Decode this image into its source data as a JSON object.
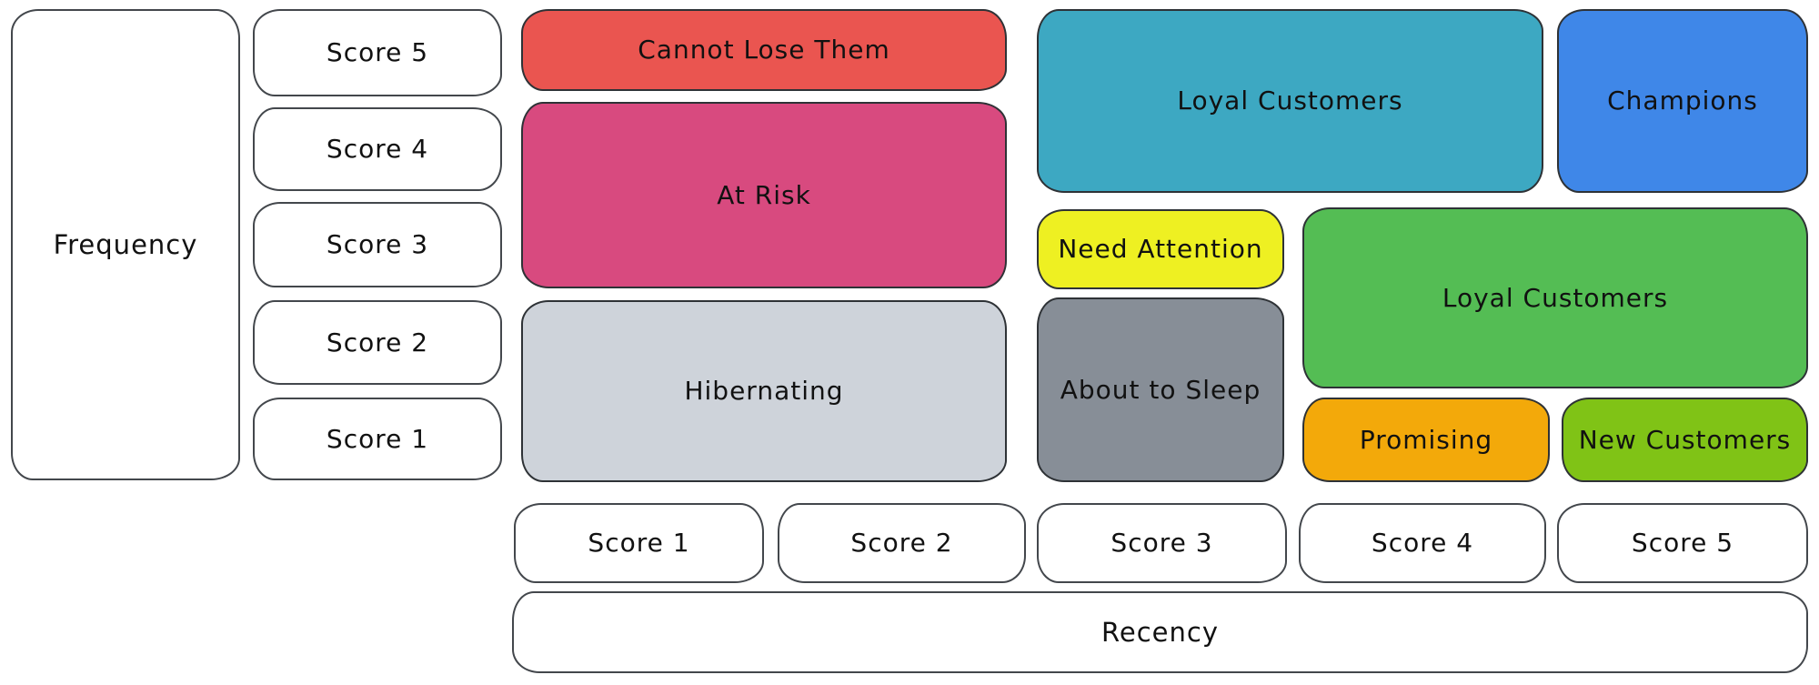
{
  "axes": {
    "frequency": {
      "label": "Frequency",
      "scores": [
        "Score 5",
        "Score 4",
        "Score 3",
        "Score 2",
        "Score 1"
      ]
    },
    "recency": {
      "label": "Recency",
      "scores": [
        "Score 1",
        "Score 2",
        "Score 3",
        "Score 4",
        "Score 5"
      ]
    }
  },
  "segments": [
    {
      "label": "Cannot Lose Them",
      "color": "#ea5550",
      "recency_scores": "1-2",
      "frequency_scores": "5"
    },
    {
      "label": "At Risk",
      "color": "#d84a7f",
      "recency_scores": "1-2",
      "frequency_scores": "3-4"
    },
    {
      "label": "Hibernating",
      "color": "#ced3da",
      "recency_scores": "1-2",
      "frequency_scores": "1-2"
    },
    {
      "label": "Loyal Customers",
      "color": "#3da8c2",
      "recency_scores": "3-4",
      "frequency_scores": "4-5"
    },
    {
      "label": "Champions",
      "color": "#3f87e8",
      "recency_scores": "5",
      "frequency_scores": "4-5"
    },
    {
      "label": "Need Attention",
      "color": "#eef022",
      "recency_scores": "3",
      "frequency_scores": "3"
    },
    {
      "label": "About to Sleep",
      "color": "#878e97",
      "recency_scores": "3",
      "frequency_scores": "1-2"
    },
    {
      "label": "Loyal Customers",
      "color": "#54bd54",
      "recency_scores": "4-5",
      "frequency_scores": "2-3"
    },
    {
      "label": "Promising",
      "color": "#f3a90a",
      "recency_scores": "4",
      "frequency_scores": "1"
    },
    {
      "label": "New Customers",
      "color": "#80c316",
      "recency_scores": "5",
      "frequency_scores": "1"
    }
  ]
}
